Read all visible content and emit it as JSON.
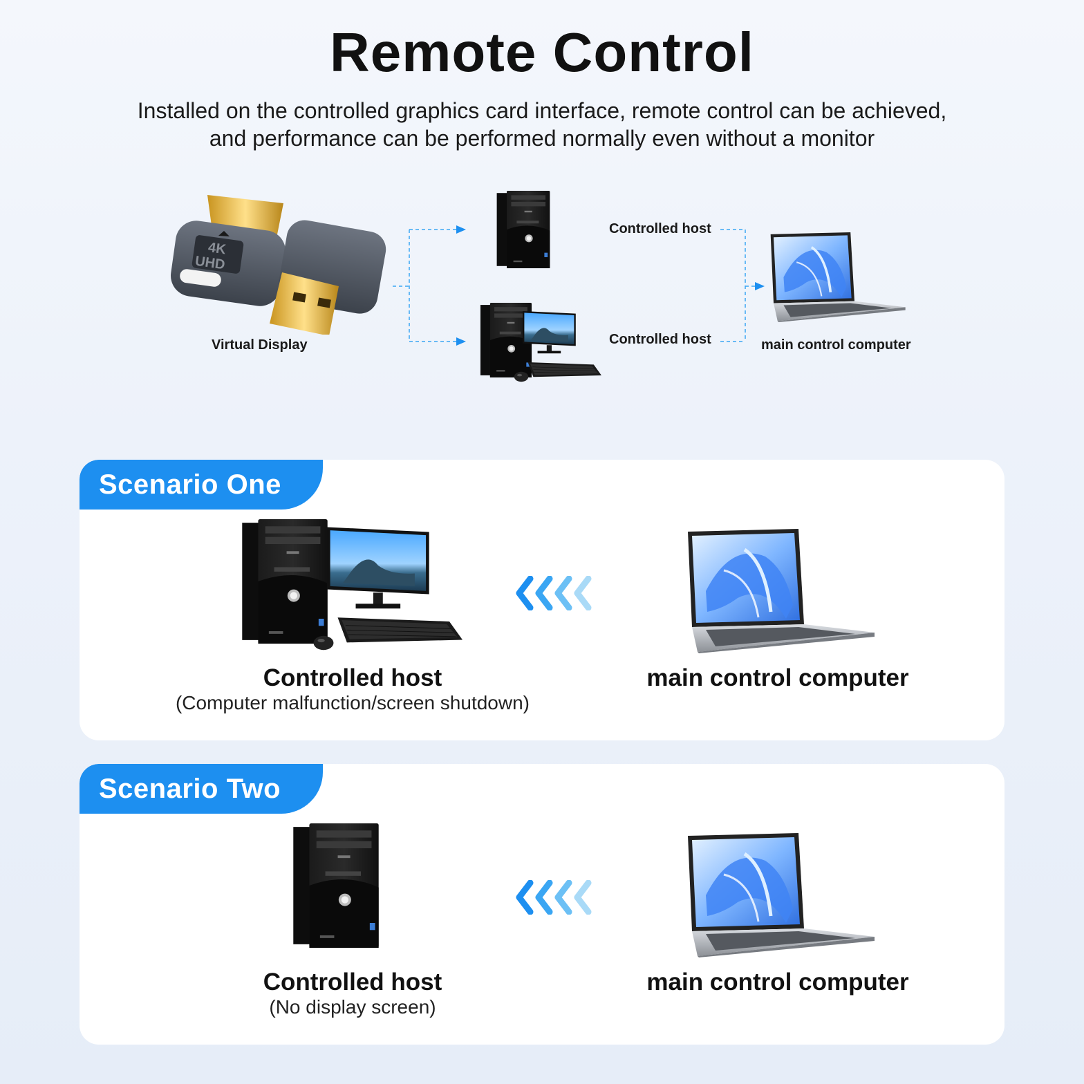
{
  "header": {
    "title": "Remote Control",
    "subtitle_line1": "Installed on the controlled graphics card interface, remote control can be achieved,",
    "subtitle_line2": "and performance can be performed normally even without a monitor"
  },
  "diagram": {
    "virtual_display_label": "Virtual Display",
    "controlled_host_label_top": "Controlled host",
    "controlled_host_label_bottom": "Controlled host",
    "main_control_label": "main control computer",
    "adapter_badge_line1": "4K",
    "adapter_badge_line2": "UHD"
  },
  "scenario_one": {
    "tab": "Scenario One",
    "host_title": "Controlled host",
    "host_sub": "(Computer malfunction/screen shutdown)",
    "main_title": "main control computer"
  },
  "scenario_two": {
    "tab": "Scenario Two",
    "host_title": "Controlled host",
    "host_sub": "(No display screen)",
    "main_title": "main control computer"
  },
  "colors": {
    "accent": "#1d8ff0",
    "arrow_dark": "#1d8ff0",
    "arrow_light": "#a9daf7"
  }
}
